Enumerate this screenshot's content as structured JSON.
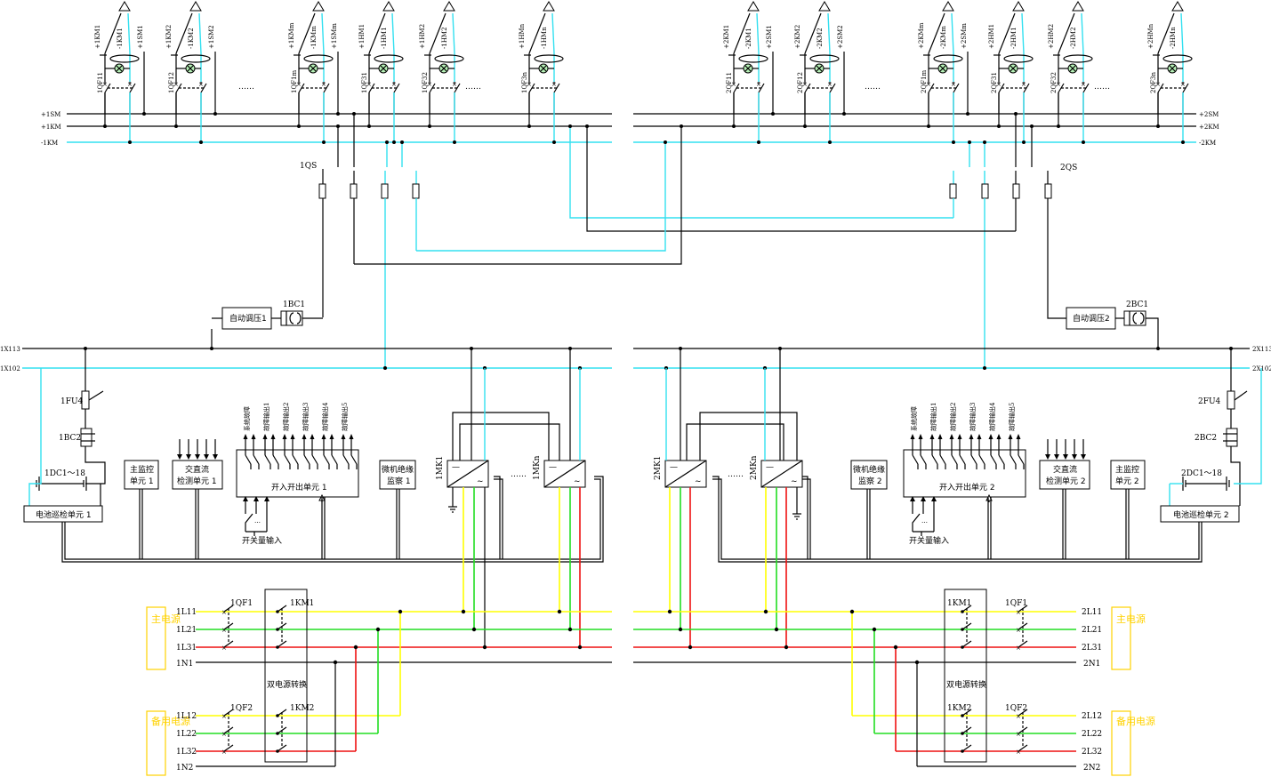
{
  "bus": {
    "p1sm": "+1SM",
    "p1km": "+1KM",
    "m1km": "-1KM",
    "p2sm": "+2SM",
    "p2km": "+2KM",
    "m2km": "-2KM",
    "x113_l": "1X113",
    "x102_l": "1X102",
    "x113_r": "2X113",
    "x102_r": "2X102"
  },
  "feeders_left": [
    {
      "qf": "1QF11",
      "pos": "+1KM1",
      "neg": "-1KM1",
      "sig": "+1SM1"
    },
    {
      "qf": "1QF12",
      "pos": "+1KM2",
      "neg": "-1KM2",
      "sig": "+1SM2"
    },
    {
      "qf": "1QF1m",
      "pos": "+1KMm",
      "neg": "-1KMm",
      "sig": "+1SMm"
    },
    {
      "qf": "1QF31",
      "pos": "+1HM1",
      "neg": "-1HM1",
      "sig": ""
    },
    {
      "qf": "1QF32",
      "pos": "+1HM2",
      "neg": "-1HM2",
      "sig": ""
    },
    {
      "qf": "1QF3n",
      "pos": "+1HMn",
      "neg": "-1HMn",
      "sig": ""
    }
  ],
  "feeders_right": [
    {
      "qf": "2QF11",
      "pos": "+2KM1",
      "neg": "-2KM1",
      "sig": "+2SM1"
    },
    {
      "qf": "2QF12",
      "pos": "+2KM2",
      "neg": "-2KM2",
      "sig": "+2SM2"
    },
    {
      "qf": "2QF1m",
      "pos": "+2KMm",
      "neg": "-2KMm",
      "sig": "+2SMm"
    },
    {
      "qf": "2QF31",
      "pos": "+2HM1",
      "neg": "-2HM1",
      "sig": ""
    },
    {
      "qf": "2QF32",
      "pos": "+2HM2",
      "neg": "-2HM2",
      "sig": ""
    },
    {
      "qf": "2QF3n",
      "pos": "+2HMn",
      "neg": "-2HMn",
      "sig": ""
    }
  ],
  "ellipsis": "……",
  "labels": {
    "qs1": "1QS",
    "qs2": "2QS",
    "auto1": "自动调压1",
    "auto2": "自动调压2",
    "bc1": "1BC1",
    "bc2": "2BC1",
    "fu1": "1FU4",
    "fu2": "2FU4",
    "bcl1": "1BC2",
    "bcl2": "2BC2",
    "dc1": "1DC1～18",
    "dc2": "2DC1～18",
    "bat1": "电池巡检单元 1",
    "bat2": "电池巡检单元 2",
    "main1a": "主监控",
    "main1b": "单元 1",
    "main2a": "主监控",
    "main2b": "单元 2",
    "ac1a": "交直流",
    "ac1b": "检测单元 1",
    "ac2a": "交直流",
    "ac2b": "检测单元 2",
    "io1": "开入开出单元 1",
    "io2": "开入开出单元 2",
    "sw1": "开关量输入",
    "sw2": "开关量输入",
    "ins1a": "微机绝缘",
    "ins1b": "监察 1",
    "ins2a": "微机绝缘",
    "ins2b": "监察 2",
    "mk1": "1MK1",
    "mkn": "1MKn",
    "mk2": "2MK1",
    "mk2n": "2MKn",
    "dual1": "双电源转换",
    "dual2": "双电源转换",
    "km1": "1KM1",
    "km2": "1KM2",
    "km3": "1KM1",
    "km4": "1KM2",
    "qf1": "1QF1",
    "qf2": "1QF2",
    "qf3": "1QF1",
    "qf4": "1QF2",
    "main_src_l": "主电源",
    "backup_src_l": "备用电源",
    "main_src_r": "主电源",
    "backup_src_r": "备用电源",
    "l11": "1L11",
    "l21": "1L21",
    "l31": "1L31",
    "n1": "1N1",
    "l12": "1L12",
    "l22": "1L22",
    "l32": "1L32",
    "n2": "1N2",
    "r11": "2L11",
    "r21": "2L21",
    "r31": "2L31",
    "rn1": "2N1",
    "r12": "2L12",
    "r22": "2L22",
    "r32": "2L32",
    "rn2": "2N2"
  },
  "io_outputs": [
    "系统故障",
    "故障输出1",
    "故障输出2",
    "故障输出3",
    "故障输出4",
    "故障输出5"
  ]
}
